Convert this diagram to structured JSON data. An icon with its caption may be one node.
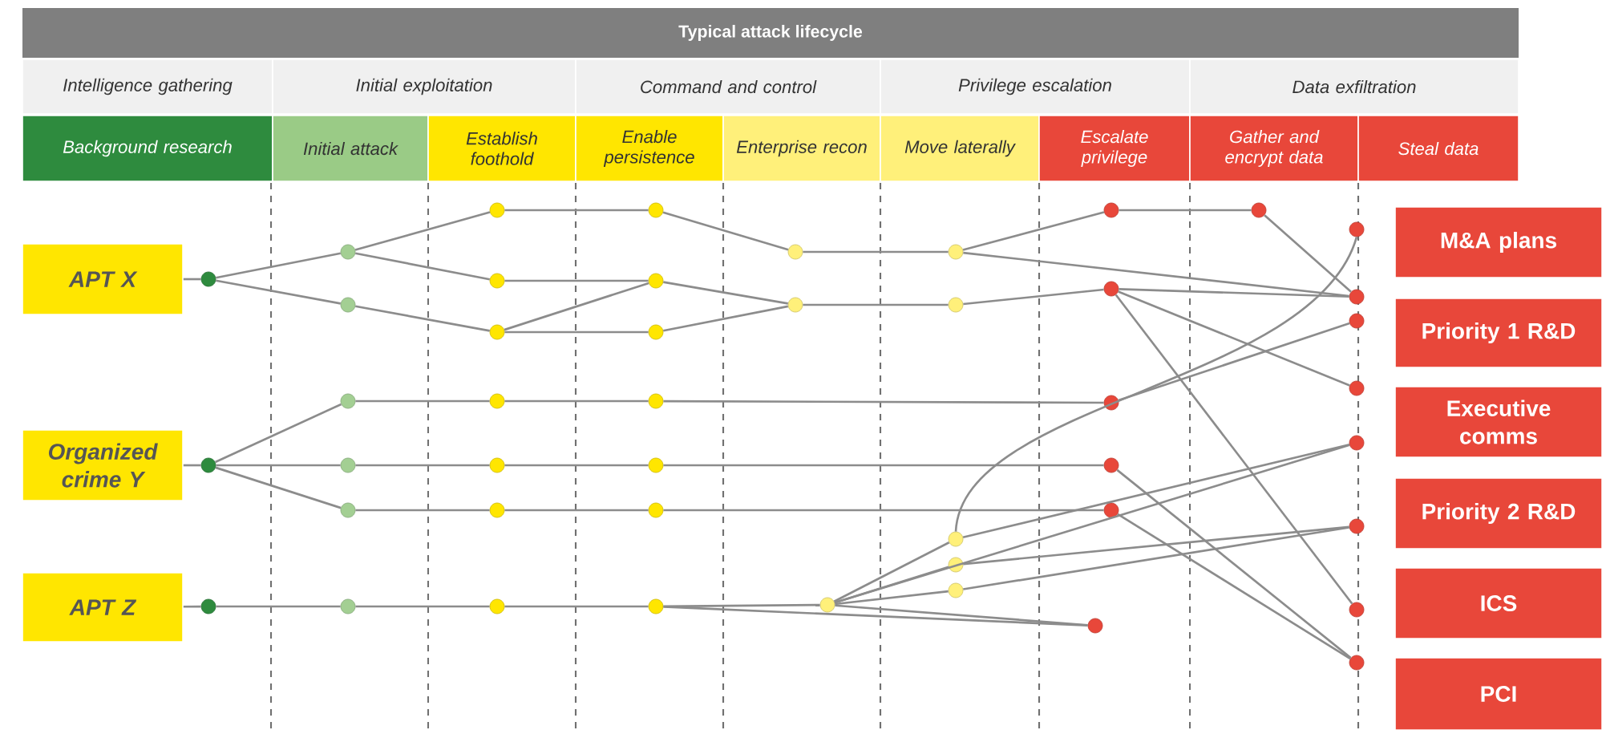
{
  "diagram": {
    "title": "Typical attack lifecycle",
    "nodes": [
      {
        "text": [
          "Intelligence gathering"
        ]
      },
      {
        "text": [
          "Initial exploitation"
        ]
      },
      {
        "text": [
          "Command and control"
        ]
      },
      {
        "text": [
          "Privilege escalation"
        ]
      },
      {
        "text": [
          "Data exfiltration"
        ]
      },
      {
        "text": [
          "Background research"
        ]
      },
      {
        "text": [
          "Initial attack"
        ]
      },
      {
        "text": [
          "Establish foothold"
        ]
      },
      {
        "text": [
          "Enable persistence"
        ]
      },
      {
        "text": [
          "Enterprise recon"
        ]
      },
      {
        "text": [
          "Move laterally"
        ]
      },
      {
        "text": [
          "Escalate privilege"
        ]
      },
      {
        "text": [
          "Gather and encrypt data"
        ]
      },
      {
        "text": [
          "Steal data"
        ]
      },
      {
        "text": [
          "APT X"
        ]
      },
      {
        "text": [
          "Organized crime Y"
        ]
      },
      {
        "text": [
          "APT Z"
        ]
      },
      {
        "text": [
          "M&A plans"
        ]
      },
      {
        "text": [
          "Priority 1 R&D"
        ]
      },
      {
        "text": [
          "Executive comms"
        ]
      },
      {
        "text": [
          "Priority 2 R&D"
        ]
      },
      {
        "text": [
          "ICS"
        ]
      },
      {
        "text": [
          "PCI"
        ]
      },
      {
        "text": [],
        "shape": "circle"
      },
      {
        "text": [],
        "shape": "circle"
      },
      {
        "text": [],
        "shape": "circle"
      },
      {
        "text": [],
        "shape": "circle"
      },
      {
        "text": [],
        "shape": "circle"
      },
      {
        "text": [],
        "shape": "circle"
      },
      {
        "text": [],
        "shape": "circle"
      },
      {
        "text": [],
        "shape": "circle"
      },
      {
        "text": [],
        "shape": "circle"
      },
      {
        "text": [],
        "shape": "circle"
      },
      {
        "text": [],
        "shape": "circle"
      },
      {
        "text": [],
        "shape": "circle"
      },
      {
        "text": [],
        "shape": "circle"
      },
      {
        "text": [],
        "shape": "circle"
      },
      {
        "text": [],
        "shape": "circle"
      },
      {
        "text": [],
        "shape": "circle"
      },
      {
        "text": [],
        "shape": "circle"
      },
      {
        "text": [],
        "shape": "circle"
      },
      {
        "text": [],
        "shape": "circle"
      },
      {
        "text": [],
        "shape": "circle"
      },
      {
        "text": [],
        "shape": "circle"
      },
      {
        "text": [],
        "shape": "circle"
      },
      {
        "text": [],
        "shape": "circle"
      },
      {
        "text": [],
        "shape": "circle"
      },
      {
        "text": [],
        "shape": "circle"
      },
      {
        "text": [],
        "shape": "circle"
      },
      {
        "text": [],
        "shape": "circle"
      },
      {
        "text": [],
        "shape": "circle"
      },
      {
        "text": [],
        "shape": "circle"
      },
      {
        "text": [],
        "shape": "circle"
      },
      {
        "text": [],
        "shape": "circle"
      },
      {
        "text": [],
        "shape": "circle"
      },
      {
        "text": [],
        "shape": "circle"
      },
      {
        "text": [],
        "shape": "circle"
      },
      {
        "text": [],
        "shape": "circle"
      },
      {
        "text": [],
        "shape": "circle"
      },
      {
        "text": [],
        "shape": "circle"
      },
      {
        "text": [],
        "shape": "circle"
      },
      {
        "text": [],
        "shape": "circle"
      },
      {
        "text": [],
        "shape": "circle"
      },
      {
        "text": [],
        "shape": "circle"
      },
      {
        "text": [],
        "shape": "circle"
      },
      {
        "text": [],
        "shape": "circle"
      },
      {
        "text": [],
        "shape": "circle"
      },
      {
        "text": [],
        "shape": "circle"
      },
      {
        "text": [],
        "shape": "circle"
      }
    ],
    "edges": [
      {
        "from": 14,
        "to": 23,
        "arrow": "none"
      },
      {
        "from": 15,
        "to": 24,
        "arrow": "none"
      },
      {
        "from": 16,
        "to": 25,
        "arrow": "none"
      },
      {
        "from": 23,
        "to": 26,
        "arrow": "none"
      },
      {
        "from": 23,
        "to": 27,
        "arrow": "none"
      },
      {
        "from": 26,
        "to": 32,
        "arrow": "none"
      },
      {
        "from": 26,
        "to": 33,
        "arrow": "none"
      },
      {
        "from": 27,
        "to": 34,
        "arrow": "none"
      },
      {
        "from": 32,
        "to": 39,
        "arrow": "none"
      },
      {
        "from": 33,
        "to": 40,
        "arrow": "none"
      },
      {
        "from": 34,
        "to": 40,
        "arrow": "none"
      },
      {
        "from": 34,
        "to": 41,
        "arrow": "none"
      },
      {
        "from": 39,
        "to": 46,
        "arrow": "none"
      },
      {
        "from": 40,
        "to": 47,
        "arrow": "none"
      },
      {
        "from": 41,
        "to": 47,
        "arrow": "none"
      },
      {
        "from": 46,
        "to": 49,
        "arrow": "none"
      },
      {
        "from": 47,
        "to": 50,
        "arrow": "none"
      },
      {
        "from": 49,
        "to": 54,
        "arrow": "none"
      },
      {
        "from": 49,
        "to": 62,
        "arrow": "none"
      },
      {
        "from": 54,
        "to": 60,
        "arrow": "none"
      },
      {
        "from": 60,
        "to": 62,
        "arrow": "none"
      },
      {
        "from": 50,
        "to": 55,
        "arrow": "none"
      },
      {
        "from": 55,
        "to": 62,
        "arrow": "none"
      },
      {
        "from": 55,
        "to": 64,
        "arrow": "none"
      },
      {
        "from": 55,
        "to": 67,
        "arrow": "none"
      },
      {
        "from": 24,
        "to": 28,
        "arrow": "none"
      },
      {
        "from": 24,
        "to": 29,
        "arrow": "none"
      },
      {
        "from": 24,
        "to": 30,
        "arrow": "none"
      },
      {
        "from": 28,
        "to": 35,
        "arrow": "none"
      },
      {
        "from": 29,
        "to": 36,
        "arrow": "none"
      },
      {
        "from": 30,
        "to": 37,
        "arrow": "none"
      },
      {
        "from": 35,
        "to": 42,
        "arrow": "none"
      },
      {
        "from": 36,
        "to": 43,
        "arrow": "none"
      },
      {
        "from": 37,
        "to": 44,
        "arrow": "none"
      },
      {
        "from": 42,
        "to": 56,
        "arrow": "none"
      },
      {
        "from": 43,
        "to": 57,
        "arrow": "none"
      },
      {
        "from": 44,
        "to": 58,
        "arrow": "none"
      },
      {
        "from": 56,
        "to": 63,
        "arrow": "none"
      },
      {
        "from": 57,
        "to": 68,
        "arrow": "none"
      },
      {
        "from": 58,
        "to": 68,
        "arrow": "none"
      },
      {
        "from": 25,
        "to": 31,
        "arrow": "none"
      },
      {
        "from": 31,
        "to": 38,
        "arrow": "none"
      },
      {
        "from": 38,
        "to": 45,
        "arrow": "none"
      },
      {
        "from": 45,
        "to": 48,
        "arrow": "none"
      },
      {
        "from": 45,
        "to": 59,
        "arrow": "none"
      },
      {
        "from": 48,
        "to": 51,
        "arrow": "none"
      },
      {
        "from": 48,
        "to": 52,
        "arrow": "none"
      },
      {
        "from": 48,
        "to": 53,
        "arrow": "none"
      },
      {
        "from": 48,
        "to": 59,
        "arrow": "none"
      },
      {
        "from": 48,
        "to": 65,
        "arrow": "none"
      },
      {
        "from": 51,
        "to": 65,
        "arrow": "none"
      },
      {
        "from": 51,
        "to": 61,
        "arrow": "none"
      },
      {
        "from": 52,
        "to": 66,
        "arrow": "none"
      },
      {
        "from": 53,
        "to": 66,
        "arrow": "none"
      }
    ]
  }
}
